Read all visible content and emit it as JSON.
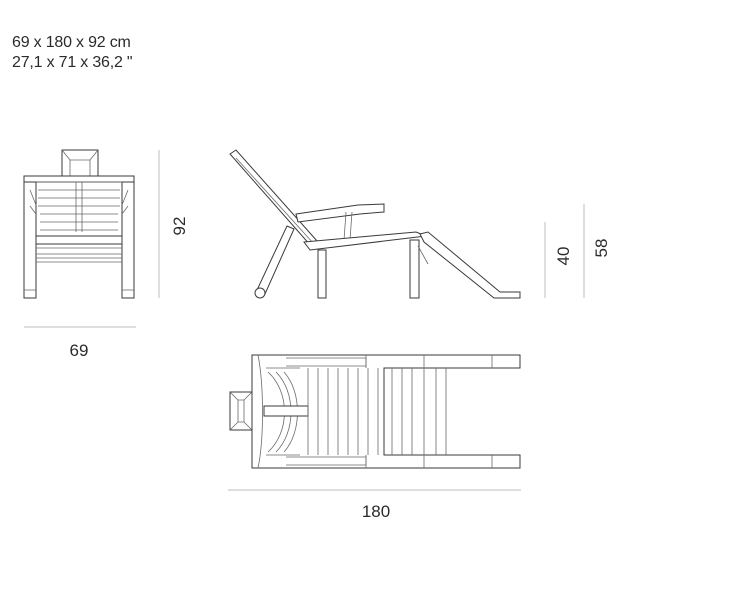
{
  "header": {
    "dims_cm": "69 x 180 x 92 cm",
    "dims_in": "27,1 x 71 x 36,2 \""
  },
  "labels": {
    "front_width": "69",
    "front_height": "92",
    "side_seat_height": "40",
    "side_arm_height": "58",
    "top_length": "180"
  }
}
